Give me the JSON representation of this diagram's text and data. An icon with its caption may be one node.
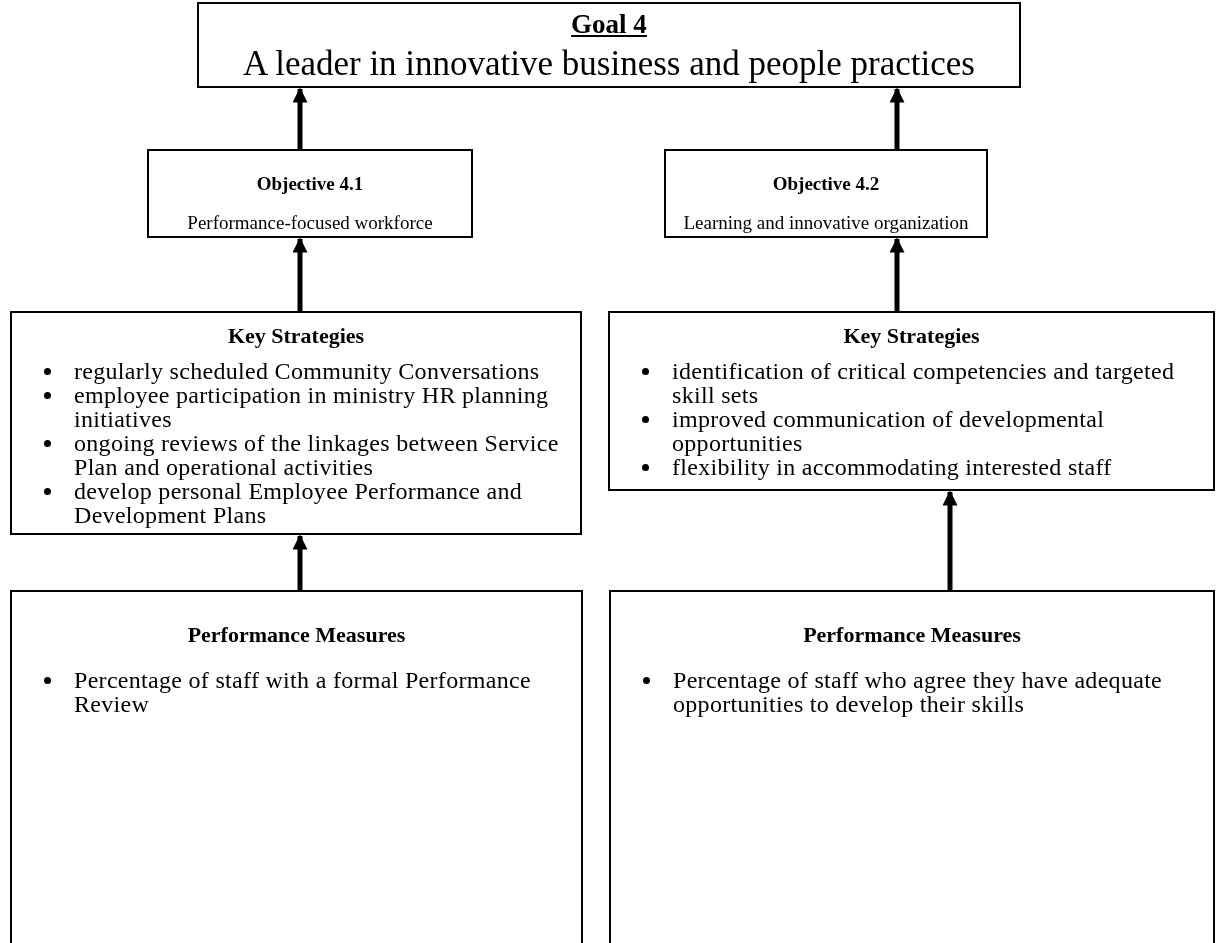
{
  "diagram": {
    "nodes": [
      {
        "text": [
          "Goal 4",
          "A leader in innovative business and people practices"
        ]
      },
      {
        "text": [
          "Objective 4.1",
          "Performance-focused workforce"
        ]
      },
      {
        "text": [
          "Objective 4.2",
          "Learning and innovative organization"
        ]
      },
      {
        "text": [
          "Key Strategies",
          "regularly scheduled Community Conversations",
          "employee participation in ministry HR planning initiatives",
          "ongoing reviews of the linkages between Service Plan and operational activities",
          "develop personal Employee Performance and Development Plans"
        ]
      },
      {
        "text": [
          "Key Strategies",
          "identification of critical competencies and targeted skill sets",
          "improved communication of developmental opportunities",
          "flexibility in accommodating interested staff"
        ]
      },
      {
        "text": [
          "Performance Measures",
          "Percentage of staff with a formal Performance Review"
        ]
      },
      {
        "text": [
          "Performance Measures",
          "Percentage of staff who agree they have adequate opportunities to develop their skills"
        ]
      }
    ],
    "edges": [
      {
        "from": 1,
        "to": 0,
        "arrow": "to"
      },
      {
        "from": 2,
        "to": 0,
        "arrow": "to"
      },
      {
        "from": 3,
        "to": 1,
        "arrow": "to"
      },
      {
        "from": 4,
        "to": 2,
        "arrow": "to"
      },
      {
        "from": 5,
        "to": 3,
        "arrow": "to"
      },
      {
        "from": 6,
        "to": 4,
        "arrow": "to"
      }
    ]
  }
}
